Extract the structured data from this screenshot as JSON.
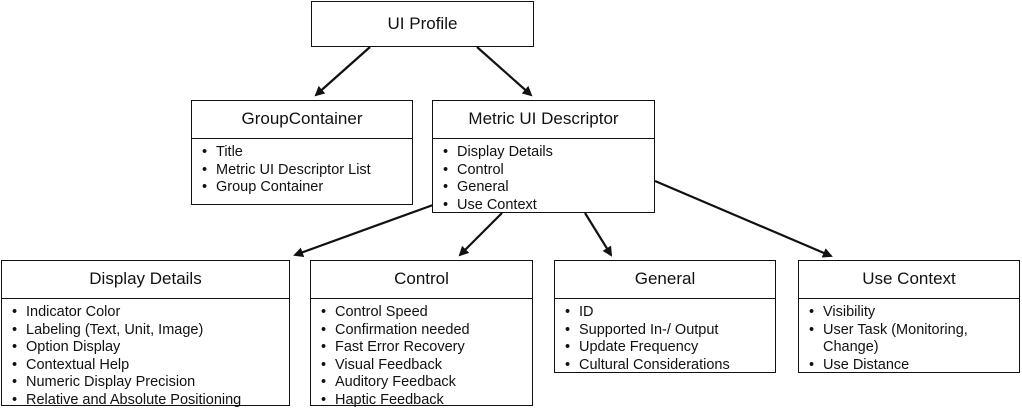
{
  "root": {
    "title": "UI Profile"
  },
  "group_container": {
    "title": "GroupContainer",
    "items": [
      "Title",
      "Metric UI Descriptor List",
      "Group Container"
    ]
  },
  "metric_ui_descriptor": {
    "title": "Metric UI Descriptor",
    "items": [
      "Display Details",
      "Control",
      "General",
      "Use Context"
    ]
  },
  "display_details": {
    "title": "Display Details",
    "items": [
      "Indicator Color",
      "Labeling (Text, Unit, Image)",
      "Option Display",
      "Contextual Help",
      "Numeric Display Precision",
      "Relative and Absolute Positioning"
    ]
  },
  "control": {
    "title": "Control",
    "items": [
      "Control Speed",
      "Confirmation needed",
      "Fast Error Recovery",
      "Visual Feedback",
      "Auditory Feedback",
      "Haptic Feedback"
    ]
  },
  "general": {
    "title": "General",
    "items": [
      "ID",
      "Supported In-/ Output",
      "Update Frequency",
      "Cultural Considerations"
    ]
  },
  "use_context": {
    "title": "Use Context",
    "items": [
      "Visibility",
      "User Task (Monitoring, Change)",
      "Use Distance"
    ]
  }
}
